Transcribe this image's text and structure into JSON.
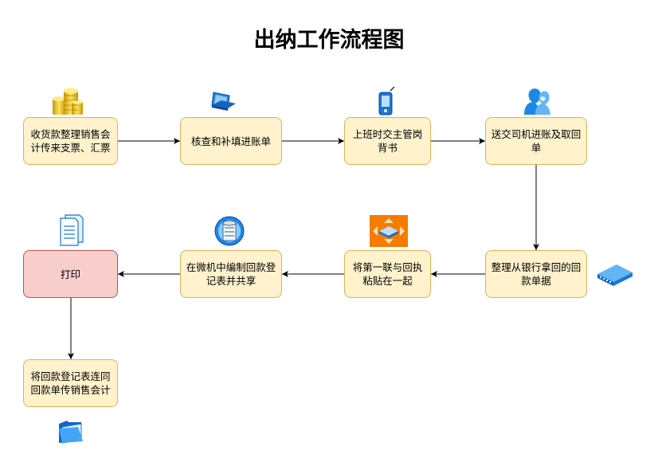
{
  "title": "出纳工作流程图",
  "nodes": {
    "n1": "收货款整理销售会计传来支票、汇票",
    "n2": "核查和补填进账单",
    "n3": "上班时交主管岗背书",
    "n4": "送交司机进账及取回单",
    "n5": "整理从银行拿回的回款单据",
    "n6": "将第一联与回执粘贴在一起",
    "n7": "在微机中编制回款登记表并共享",
    "n8": "打印",
    "n9": "将回款登记表连同回款单传销售会计"
  },
  "edges": [
    [
      "n1",
      "n2"
    ],
    [
      "n2",
      "n3"
    ],
    [
      "n3",
      "n4"
    ],
    [
      "n4",
      "n5"
    ],
    [
      "n5",
      "n6"
    ],
    [
      "n6",
      "n7"
    ],
    [
      "n7",
      "n8"
    ],
    [
      "n8",
      "n9"
    ]
  ],
  "icons": [
    "coins-icon",
    "laptop-icon",
    "pda-icon",
    "users-icon",
    "network-switch-icon",
    "server-arrows-icon",
    "database-globe-icon",
    "documents-icon",
    "folder-icon"
  ],
  "colors": {
    "node_fill": "#fff2cc",
    "node_border": "#d6b656",
    "print_fill": "#f8cecc",
    "print_border": "#b85450"
  }
}
